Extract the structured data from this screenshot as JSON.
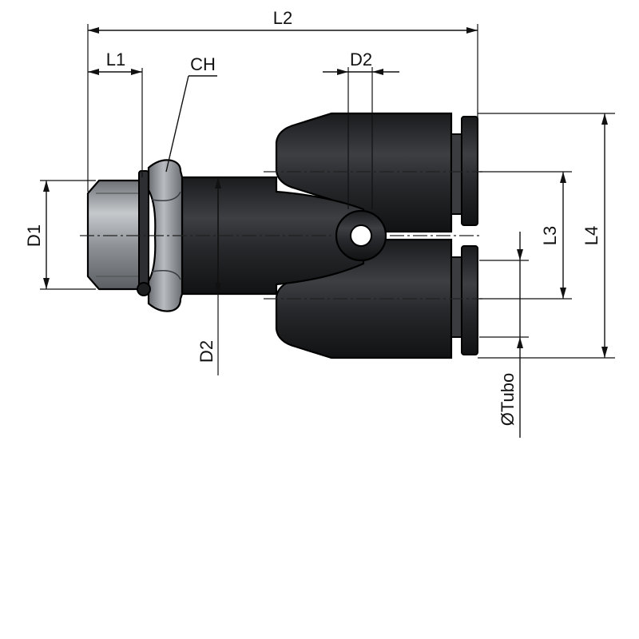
{
  "labels": {
    "l2": "L2",
    "l1": "L1",
    "ch": "CH",
    "d2_top": "D2",
    "d1": "D1",
    "d2_side": "D2",
    "l3": "L3",
    "l4": "L4",
    "tube": "ØTubo"
  },
  "colors": {
    "body": "#2a2c2f",
    "metal": "#9a9ea3",
    "line": "#111111"
  }
}
